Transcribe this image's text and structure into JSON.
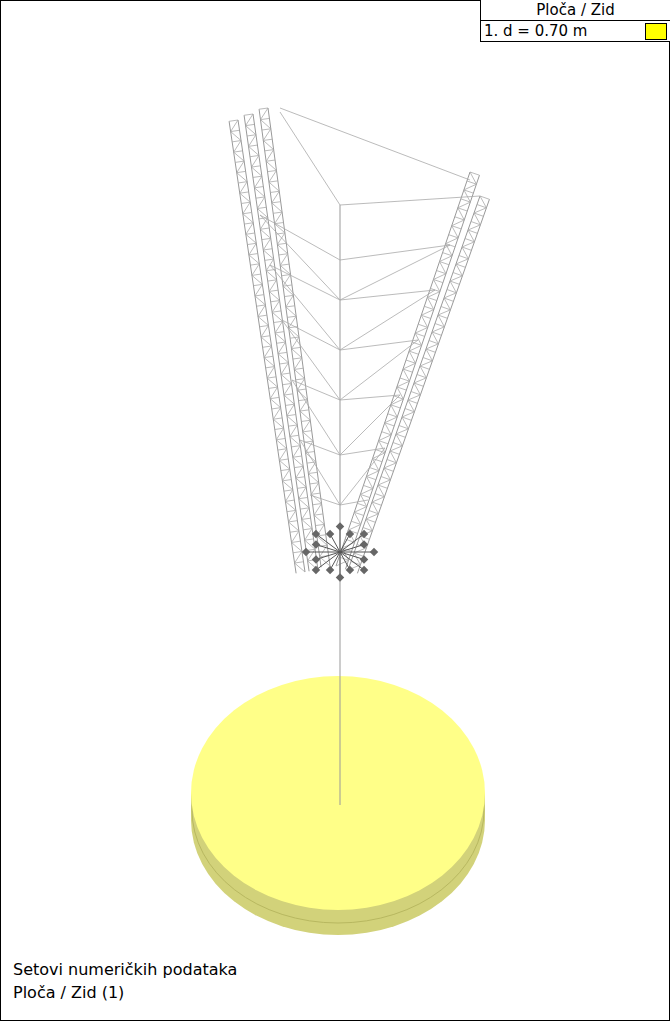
{
  "diagram": {
    "labels": [
      "Ploča / Zid",
      "Setovi numeričkih podataka",
      "Ploča / Zid (1)"
    ],
    "legend": [
      {
        "text": "1. d = 0.70 m",
        "color": "#ffff00"
      }
    ]
  }
}
